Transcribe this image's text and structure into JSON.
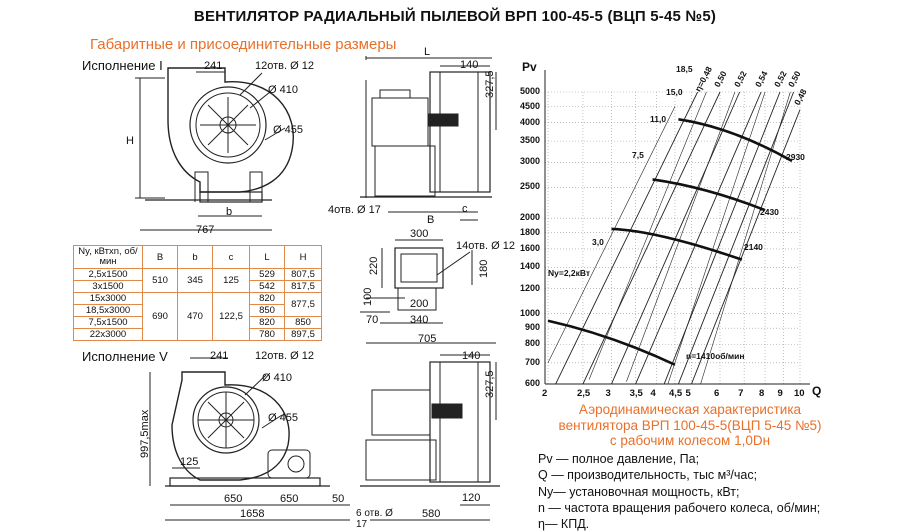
{
  "title": "ВЕНТИЛЯТОР РАДИАЛЬНЫЙ ПЫЛЕВОЙ ВРП 100-45-5 (ВЦП 5-45 №5)",
  "subtitle": "Габаритные и присоединительные размеры",
  "execution_1": "Исполнение I",
  "execution_5": "Исполнение V",
  "dims_top_left": {
    "w241": "241",
    "holes": "12отв. Ø 12",
    "d410": "Ø 410",
    "d455": "Ø 455",
    "H": "H",
    "b": "b",
    "w767": "767"
  },
  "dims_top_mid": {
    "L": "L",
    "w140": "140",
    "h327": "327,5",
    "holes17": "4отв. Ø 17",
    "B": "B",
    "c": "c"
  },
  "dims_flange": {
    "w300": "300",
    "holes14": "14отв. Ø 12",
    "h220": "220",
    "h180": "180",
    "h100": "100",
    "w200": "200",
    "w70": "70",
    "w340": "340"
  },
  "dims_bottom_left": {
    "w241": "241",
    "holes": "12отв. Ø 12",
    "d410": "Ø 410",
    "d455": "Ø 455",
    "h997": "997,5max",
    "w125": "125",
    "w650a": "650",
    "w650b": "650",
    "w50": "50",
    "w1658": "1658"
  },
  "dims_bottom_mid": {
    "w705": "705",
    "w140": "140",
    "h327": "327,5",
    "w120": "120",
    "holes6": "6 отв. Ø 17",
    "w580": "580"
  },
  "table": {
    "headers": [
      "Ny, кВтхn, об/мин",
      "B",
      "b",
      "c",
      "L",
      "H"
    ],
    "rows": [
      [
        "2,5x1500",
        "510",
        "345",
        "125",
        "529",
        "807,5"
      ],
      [
        "3x1500",
        "",
        "",
        "",
        "542",
        "817,5"
      ],
      [
        "15x3000",
        "690",
        "470",
        "122,5",
        "820",
        "877,5"
      ],
      [
        "18,5x3000",
        "",
        "",
        "",
        "850",
        ""
      ],
      [
        "7,5x1500",
        "",
        "",
        "",
        "820",
        "850"
      ],
      [
        "22x3000",
        "",
        "",
        "",
        "780",
        "897,5"
      ]
    ]
  },
  "chart_data": {
    "type": "line",
    "ylabel": "Pv",
    "xlabel": "Q",
    "yscale": "log",
    "xscale": "log",
    "y_ticks": [
      "5000",
      "4500",
      "4000",
      "3500",
      "3000",
      "2500",
      "2000",
      "1800",
      "1600",
      "1400",
      "1200",
      "1000",
      "900",
      "800",
      "700",
      "600"
    ],
    "x_ticks": [
      "2",
      "2,5",
      "3",
      "3,5",
      "4",
      "4,5",
      "5",
      "6",
      "7",
      "8",
      "9",
      "10"
    ],
    "efficiency_labels": [
      "η=0,48",
      "0,50",
      "0,52",
      "0,54",
      "0,52",
      "0,50",
      "0,48"
    ],
    "speed_curves": [
      {
        "name": "n=1410об/мин",
        "points": [
          [
            2.0,
            950
          ],
          [
            3.0,
            820
          ],
          [
            4.5,
            690
          ]
        ]
      },
      {
        "name": "2140",
        "points": [
          [
            3.0,
            1850
          ],
          [
            4.0,
            1750
          ],
          [
            6.9,
            1480
          ]
        ]
      },
      {
        "name": "2430",
        "points": [
          [
            3.9,
            2650
          ],
          [
            5.5,
            2400
          ],
          [
            8.0,
            2120
          ]
        ]
      },
      {
        "name": "2930",
        "points": [
          [
            4.6,
            4100
          ],
          [
            6.5,
            3700
          ],
          [
            9.5,
            3030
          ]
        ]
      }
    ],
    "power_labels": [
      "18,5",
      "15,0",
      "11,0",
      "7,5",
      "3,0",
      "Ny=2,2кВт"
    ],
    "speed_labels": [
      "2930",
      "2430",
      "2140",
      "n=1410об/мин"
    ]
  },
  "aero_title": [
    "Аэродинамическая характеристика",
    "вентилятора  ВРП 100-45-5(ВЦП 5-45 №5)",
    "с рабочим колесом 1,0Dн"
  ],
  "legend": [
    "Pv — полное давление, Па;",
    "Q  — производительность, тыс м³/час;",
    "Ny— установочная мощность, кВт;",
    "n — частота вращения рабочего колеса,  об/мин;",
    "η— КПД."
  ]
}
